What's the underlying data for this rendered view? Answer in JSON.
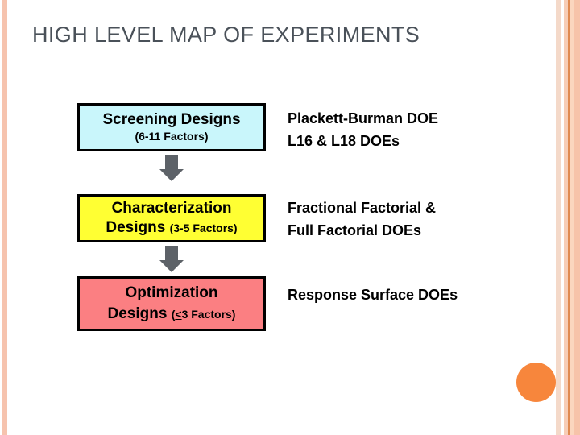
{
  "slide": {
    "title": "HIGH LEVEL MAP OF EXPERIMENTS",
    "accent_colors": {
      "title_text": "#4a5159",
      "stripe_salmon": "#f6c3ae",
      "stripe_orange_rule": "#e08a50",
      "dot_orange": "#f7863c",
      "box_screening_fill": "#c9f6fb",
      "box_characterization_fill": "#ffff33",
      "box_optimization_fill": "#fb7f82",
      "arrow_gray": "#5d6268",
      "box_border": "#000000"
    }
  },
  "flow": {
    "stages": [
      {
        "id": "screening",
        "line_1": "Screening Designs",
        "line_2": "(6-11 Factors)",
        "examples_line_1": "Plackett-Burman DOE",
        "examples_line_2": "L16 & L18 DOEs"
      },
      {
        "id": "characterization",
        "line_1": "Characterization",
        "line_2_main": "Designs",
        "line_2_sub": "(3-5 Factors)",
        "examples_line_1": "Fractional Factorial &",
        "examples_line_2": "Full Factorial DOEs"
      },
      {
        "id": "optimization",
        "line_1": "Optimization",
        "line_2_main": "Designs",
        "line_2_sub_prefix": "(",
        "line_2_sub_le": "<",
        "line_2_sub_rest": "3 Factors)",
        "examples_line_1": "Response Surface DOEs"
      }
    ],
    "arrow_glyph": "down-arrow"
  }
}
